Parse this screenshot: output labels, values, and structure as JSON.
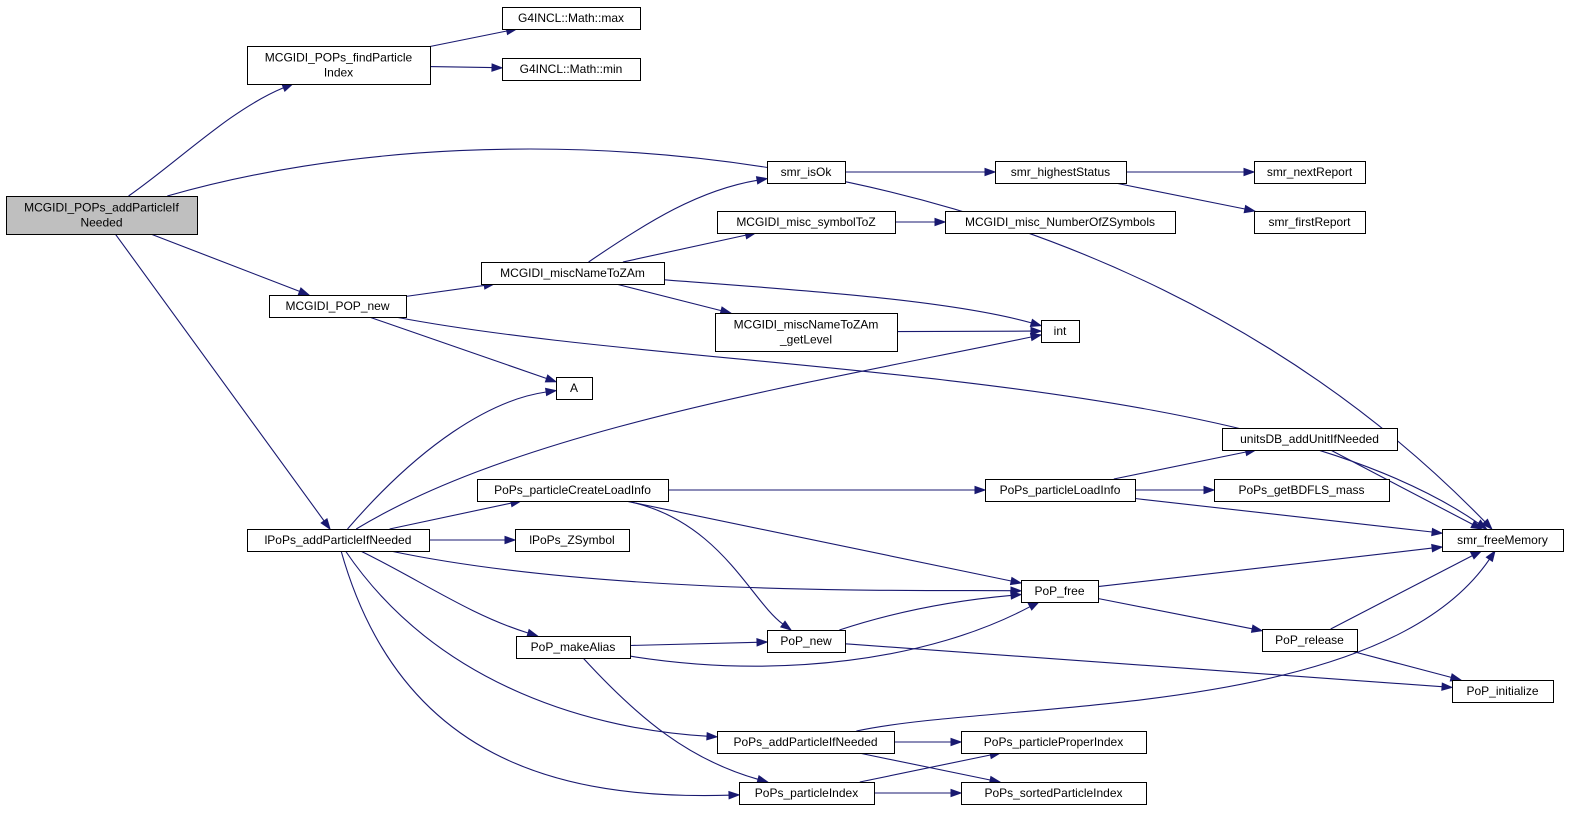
{
  "graph": {
    "nodes": [
      {
        "id": "root",
        "lines": [
          "MCGIDI_POPs_addParticleIf",
          "Needed"
        ],
        "root": true
      },
      {
        "id": "findIdx",
        "lines": [
          "MCGIDI_POPs_findParticle",
          "Index"
        ]
      },
      {
        "id": "mathMax",
        "lines": [
          "G4INCL::Math::max"
        ]
      },
      {
        "id": "mathMin",
        "lines": [
          "G4INCL::Math::min"
        ]
      },
      {
        "id": "smrIsOk",
        "lines": [
          "smr_isOk"
        ]
      },
      {
        "id": "smrHighest",
        "lines": [
          "smr_highestStatus"
        ]
      },
      {
        "id": "smrNext",
        "lines": [
          "smr_nextReport"
        ]
      },
      {
        "id": "smrFirst",
        "lines": [
          "smr_firstReport"
        ]
      },
      {
        "id": "symToZ",
        "lines": [
          "MCGIDI_misc_symbolToZ"
        ]
      },
      {
        "id": "numZ",
        "lines": [
          "MCGIDI_misc_NumberOfZSymbols"
        ]
      },
      {
        "id": "nameToZAm",
        "lines": [
          "MCGIDI_miscNameToZAm"
        ]
      },
      {
        "id": "popNew",
        "lines": [
          "MCGIDI_POP_new"
        ]
      },
      {
        "id": "getLevel",
        "lines": [
          "MCGIDI_miscNameToZAm",
          "_getLevel"
        ]
      },
      {
        "id": "int",
        "lines": [
          "int"
        ]
      },
      {
        "id": "A",
        "lines": [
          "A"
        ]
      },
      {
        "id": "unitsDB",
        "lines": [
          "unitsDB_addUnitIfNeeded"
        ]
      },
      {
        "id": "createLoad",
        "lines": [
          "PoPs_particleCreateLoadInfo"
        ]
      },
      {
        "id": "loadInfo",
        "lines": [
          "PoPs_particleLoadInfo"
        ]
      },
      {
        "id": "bdfls",
        "lines": [
          "PoPs_getBDFLS_mass"
        ]
      },
      {
        "id": "lAdd",
        "lines": [
          "lPoPs_addParticleIfNeeded"
        ]
      },
      {
        "id": "zSym",
        "lines": [
          "lPoPs_ZSymbol"
        ]
      },
      {
        "id": "freeMem",
        "lines": [
          "smr_freeMemory"
        ]
      },
      {
        "id": "popFree",
        "lines": [
          "PoP_free"
        ]
      },
      {
        "id": "makeAlias",
        "lines": [
          "PoP_makeAlias"
        ]
      },
      {
        "id": "popNew2",
        "lines": [
          "PoP_new"
        ]
      },
      {
        "id": "release",
        "lines": [
          "PoP_release"
        ]
      },
      {
        "id": "init",
        "lines": [
          "PoP_initialize"
        ]
      },
      {
        "id": "popsAdd",
        "lines": [
          "PoPs_addParticleIfNeeded"
        ]
      },
      {
        "id": "properIdx",
        "lines": [
          "PoPs_particleProperIndex"
        ]
      },
      {
        "id": "partIdx",
        "lines": [
          "PoPs_particleIndex"
        ]
      },
      {
        "id": "sortedIdx",
        "lines": [
          "PoPs_sortedParticleIndex"
        ]
      }
    ],
    "edges": [
      [
        "root",
        "findIdx"
      ],
      [
        "root",
        "freeMem"
      ],
      [
        "root",
        "popNew"
      ],
      [
        "root",
        "lAdd"
      ],
      [
        "findIdx",
        "mathMax"
      ],
      [
        "findIdx",
        "mathMin"
      ],
      [
        "smrIsOk",
        "smrHighest"
      ],
      [
        "smrHighest",
        "smrNext"
      ],
      [
        "smrHighest",
        "smrFirst"
      ],
      [
        "symToZ",
        "numZ"
      ],
      [
        "nameToZAm",
        "smrIsOk"
      ],
      [
        "nameToZAm",
        "symToZ"
      ],
      [
        "nameToZAm",
        "int"
      ],
      [
        "nameToZAm",
        "getLevel"
      ],
      [
        "popNew",
        "nameToZAm"
      ],
      [
        "popNew",
        "A"
      ],
      [
        "popNew",
        "freeMem"
      ],
      [
        "getLevel",
        "int"
      ],
      [
        "lAdd",
        "A"
      ],
      [
        "lAdd",
        "int"
      ],
      [
        "lAdd",
        "createLoad"
      ],
      [
        "lAdd",
        "zSym"
      ],
      [
        "lAdd",
        "popFree"
      ],
      [
        "lAdd",
        "makeAlias"
      ],
      [
        "lAdd",
        "popsAdd"
      ],
      [
        "lAdd",
        "partIdx"
      ],
      [
        "createLoad",
        "loadInfo"
      ],
      [
        "createLoad",
        "popFree"
      ],
      [
        "createLoad",
        "popNew2"
      ],
      [
        "loadInfo",
        "unitsDB"
      ],
      [
        "loadInfo",
        "bdfls"
      ],
      [
        "loadInfo",
        "freeMem"
      ],
      [
        "unitsDB",
        "freeMem"
      ],
      [
        "popFree",
        "freeMem"
      ],
      [
        "popFree",
        "release"
      ],
      [
        "makeAlias",
        "popNew2"
      ],
      [
        "makeAlias",
        "popFree"
      ],
      [
        "makeAlias",
        "partIdx"
      ],
      [
        "popNew2",
        "popFree"
      ],
      [
        "popNew2",
        "init"
      ],
      [
        "release",
        "freeMem"
      ],
      [
        "release",
        "init"
      ],
      [
        "popsAdd",
        "freeMem"
      ],
      [
        "popsAdd",
        "properIdx"
      ],
      [
        "popsAdd",
        "sortedIdx"
      ],
      [
        "partIdx",
        "properIdx"
      ],
      [
        "partIdx",
        "sortedIdx"
      ]
    ]
  }
}
